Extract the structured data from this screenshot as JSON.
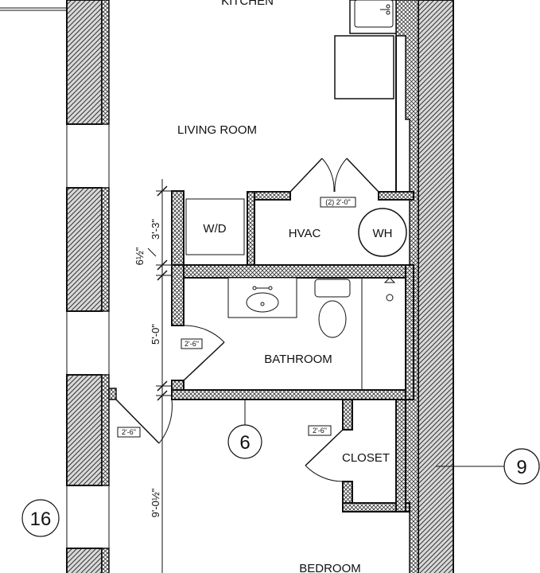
{
  "rooms": {
    "kitchen": "KITCHEN",
    "living": "LIVING ROOM",
    "wd": "W/D",
    "hvac": "HVAC",
    "wh": "WH",
    "bathroom": "BATHROOM",
    "closet": "CLOSET",
    "bedroom": "BEDROOM"
  },
  "door_tags": {
    "hvac": "(2) 2'-0\"",
    "bath": "2'-6\"",
    "bedroom": "2'-6\"",
    "closet": "2'-6\""
  },
  "dimensions": {
    "d1": "3'-3\"",
    "d2": "6½\"",
    "d3": "5'-0\"",
    "d4": "9'-0½\""
  },
  "grid_tags": {
    "g6": "6",
    "g9": "9",
    "g16": "16"
  }
}
